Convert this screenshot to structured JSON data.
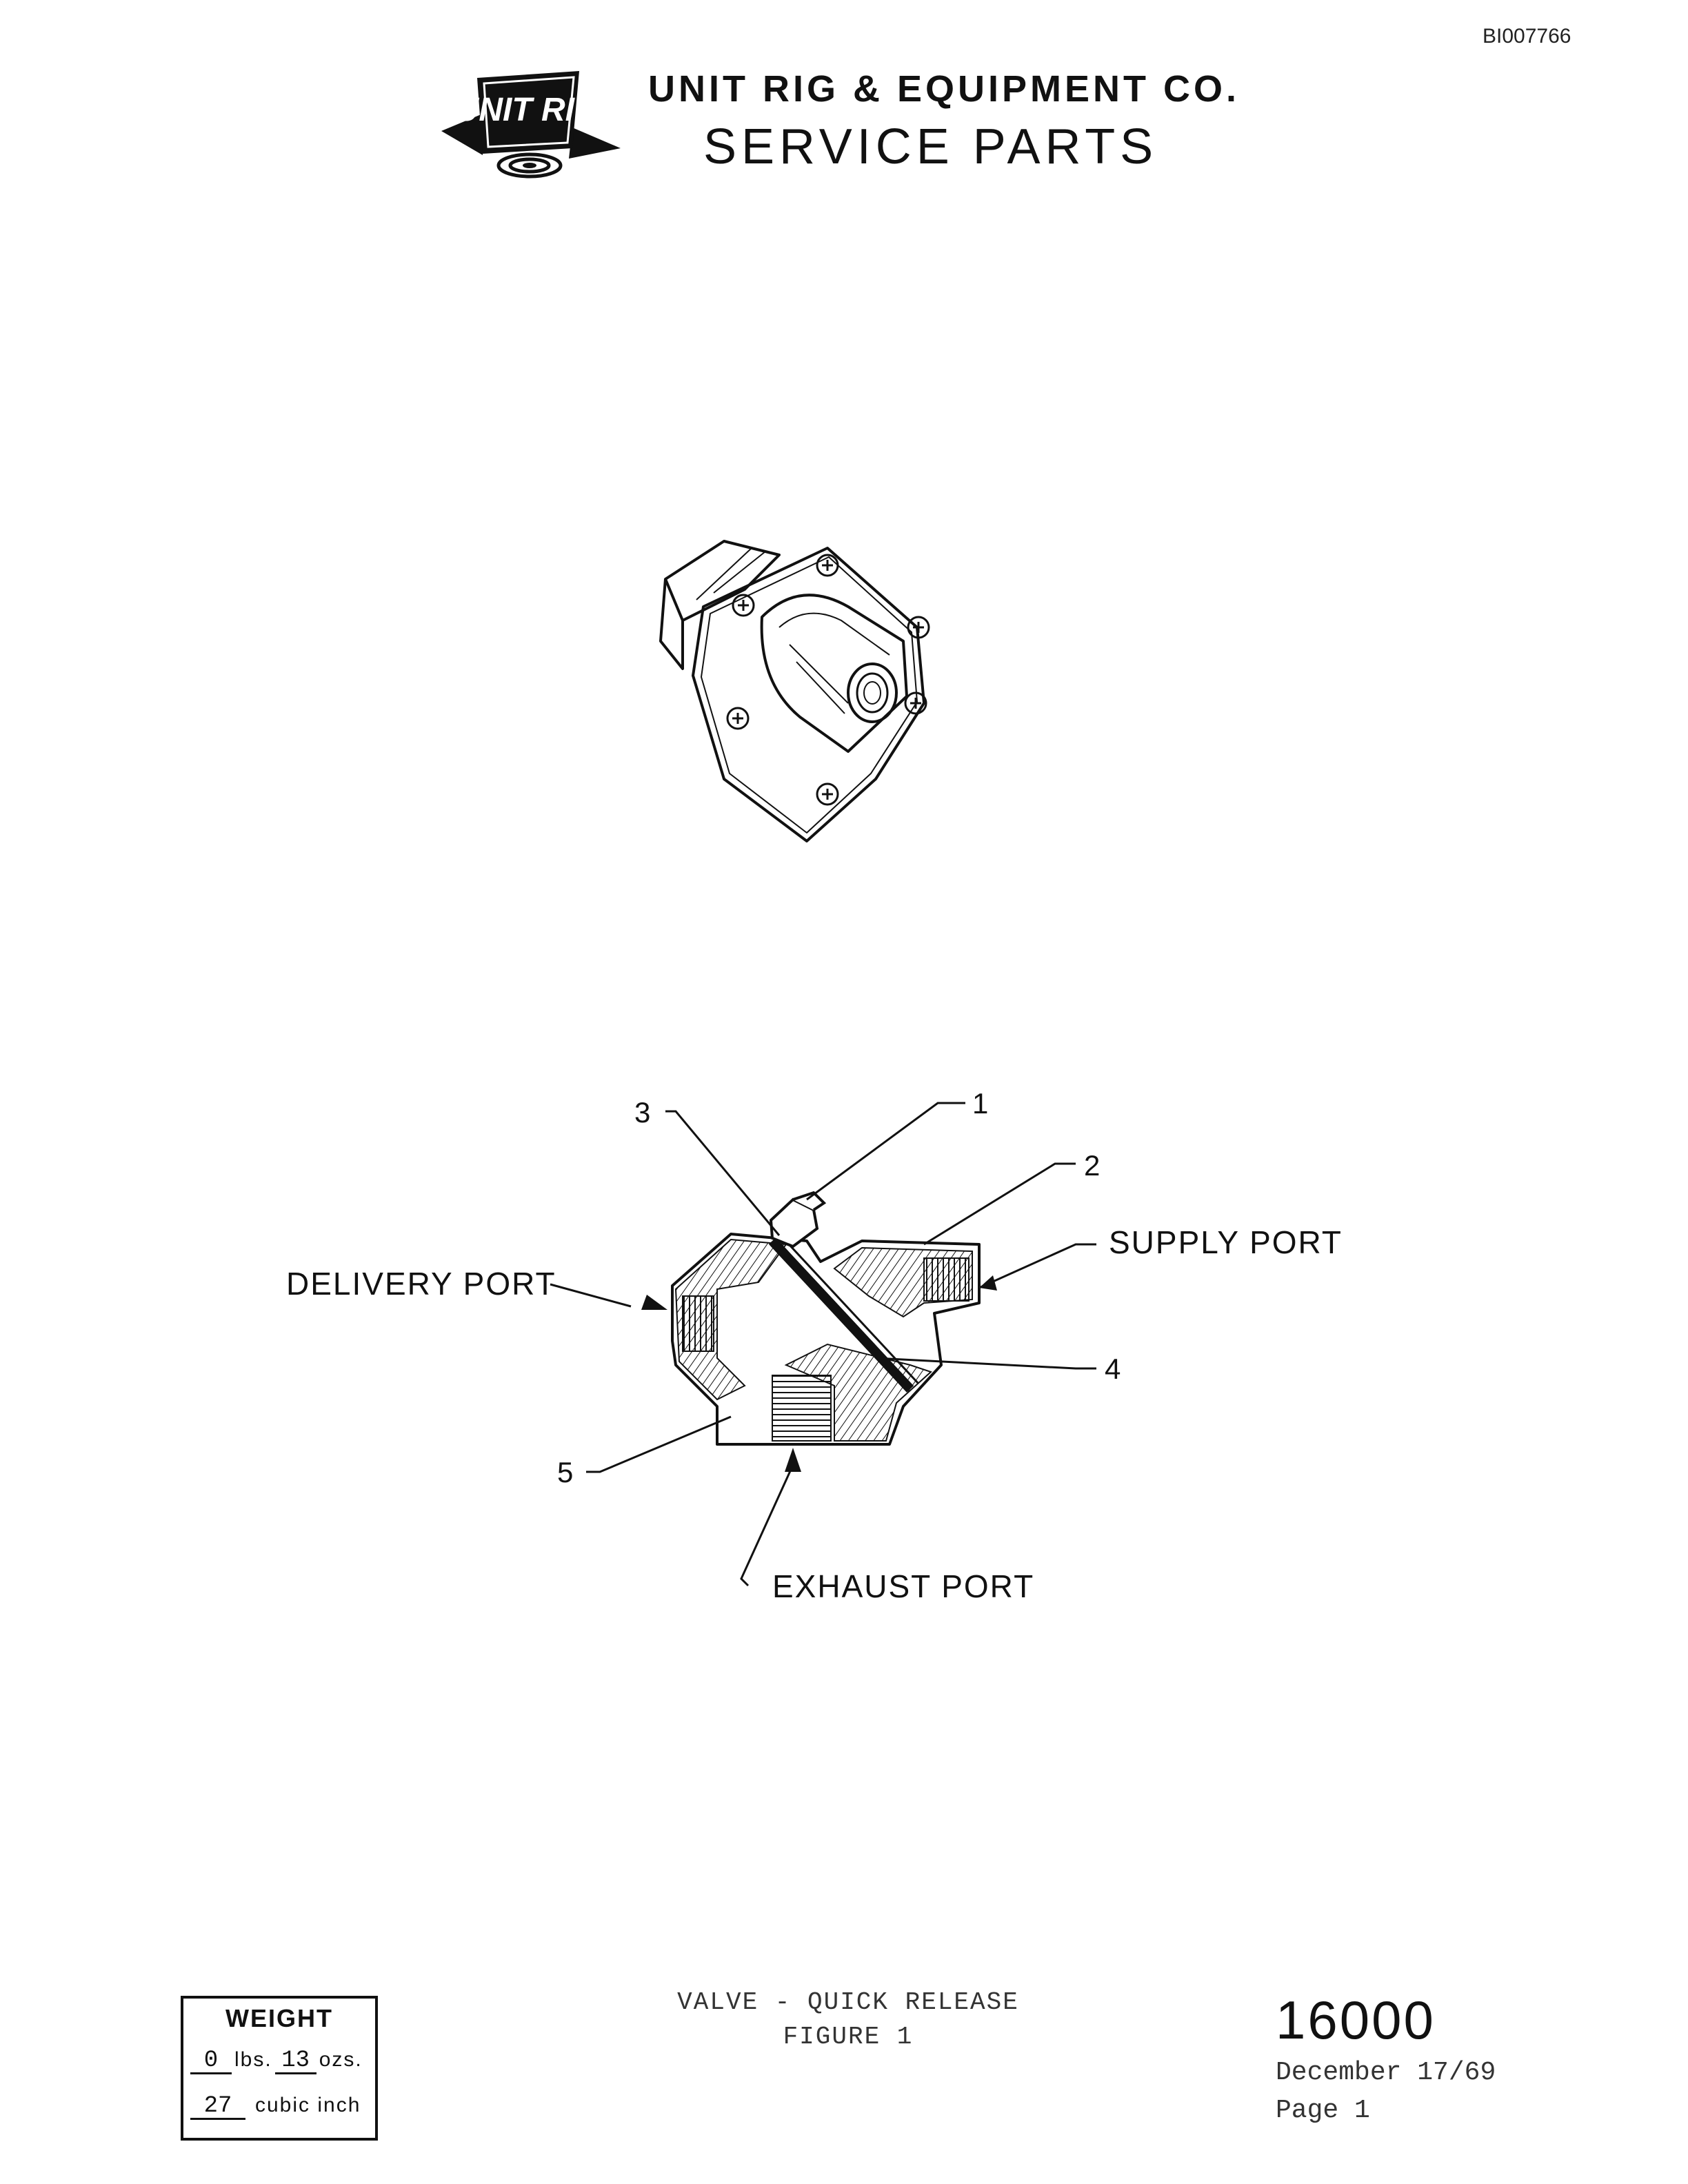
{
  "header": {
    "doc_id": "BI007766",
    "company": "UNIT RIG & EQUIPMENT CO.",
    "heading": "SERVICE PARTS",
    "logo_text": "UNIT RIG"
  },
  "callouts": {
    "c1": "1",
    "c2": "2",
    "c3": "3",
    "c4": "4",
    "c5": "5"
  },
  "ports": {
    "delivery": "DELIVERY PORT",
    "supply": "SUPPLY PORT",
    "exhaust": "EXHAUST PORT"
  },
  "weight": {
    "title": "WEIGHT",
    "lbs": "0",
    "lbs_unit": "lbs.",
    "ozs": "13",
    "ozs_unit": "ozs.",
    "volume": "27",
    "volume_unit": "cubic inch"
  },
  "caption": {
    "line1": "VALVE - QUICK RELEASE",
    "line2": "FIGURE 1"
  },
  "footer": {
    "part_number": "16000",
    "date": "December 17/69",
    "page": "Page 1"
  }
}
